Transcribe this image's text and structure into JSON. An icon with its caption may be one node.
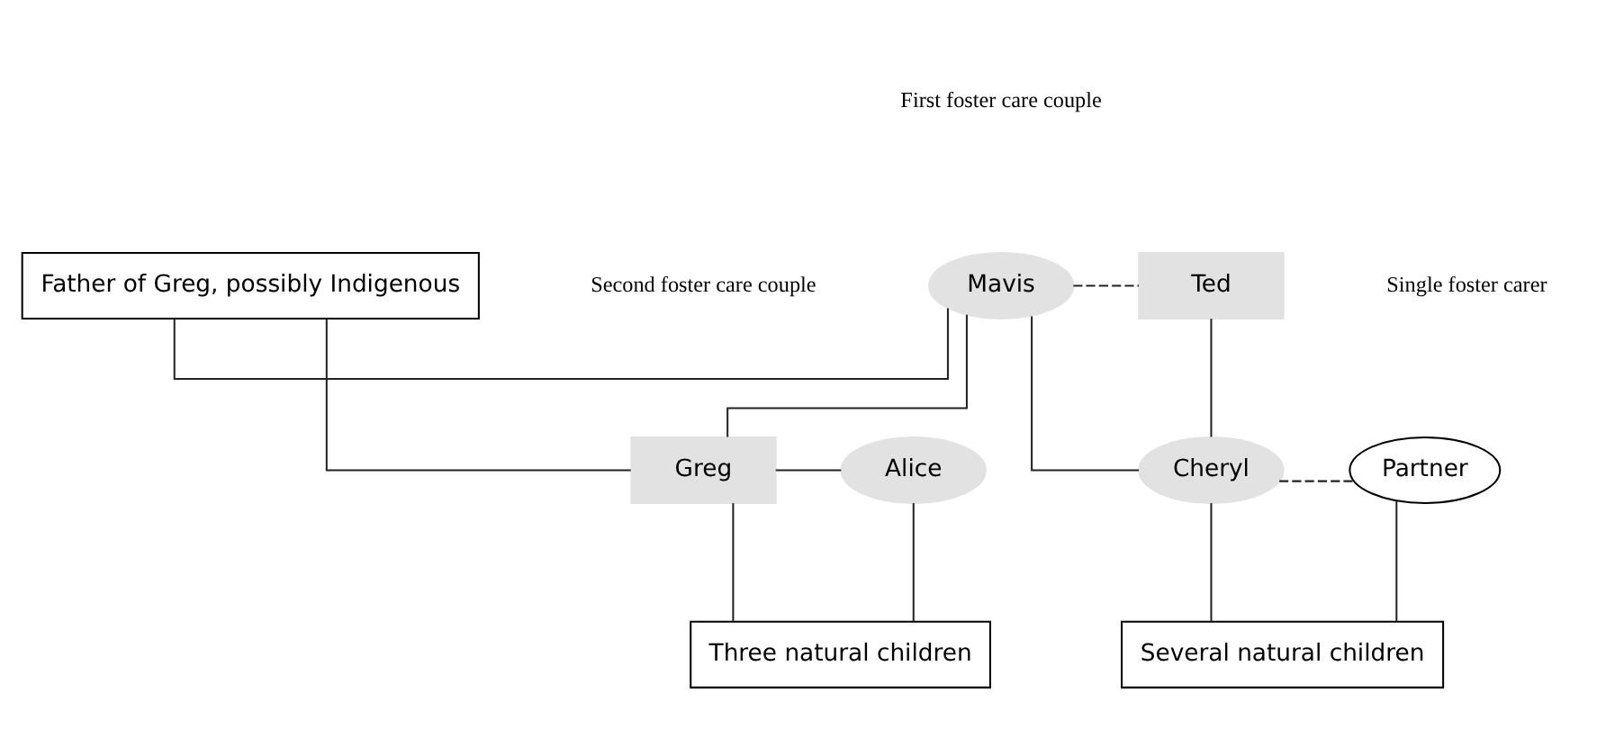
{
  "diagram": {
    "nodes": [
      {
        "text": [
          "Father of Greg, possibly Indigenous"
        ]
      },
      {
        "text": [
          "Mavis"
        ]
      },
      {
        "text": [
          "Ted"
        ]
      },
      {
        "text": [
          "Greg"
        ]
      },
      {
        "text": [
          "Alice"
        ]
      },
      {
        "text": [
          "Cheryl"
        ]
      },
      {
        "text": [
          "Partner"
        ]
      },
      {
        "text": [
          "Three natural children"
        ]
      },
      {
        "text": [
          "Several natural children"
        ]
      }
    ],
    "edges": [
      {
        "from": 0,
        "to": 1,
        "arrow": "none"
      },
      {
        "from": 1,
        "to": 2,
        "arrow": "none",
        "style": "dashed"
      },
      {
        "from": 0,
        "to": 3,
        "arrow": "none"
      },
      {
        "from": 1,
        "to": 3,
        "arrow": "none"
      },
      {
        "from": 1,
        "to": 5,
        "arrow": "none"
      },
      {
        "from": 2,
        "to": 5,
        "arrow": "none"
      },
      {
        "from": 3,
        "to": 4,
        "arrow": "none"
      },
      {
        "from": 5,
        "to": 6,
        "arrow": "none",
        "style": "dashed"
      },
      {
        "from": 3,
        "to": 7,
        "arrow": "none"
      },
      {
        "from": 4,
        "to": 7,
        "arrow": "none"
      },
      {
        "from": 5,
        "to": 8,
        "arrow": "none"
      },
      {
        "from": 6,
        "to": 8,
        "arrow": "none"
      }
    ],
    "labels": [
      "First foster care couple",
      "Second foster care couple",
      "Single foster carer"
    ]
  }
}
